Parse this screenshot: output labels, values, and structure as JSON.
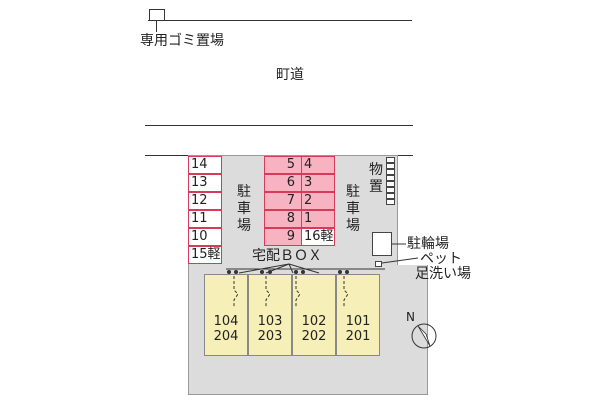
{
  "labels": {
    "garbage": "専用ゴミ置場",
    "road": "町道",
    "parking_left": "駐車場",
    "parking_right": "駐車場",
    "storage": "物置",
    "delivery_box": "宅配ＢＯＸ",
    "bicycle": "駐輪場",
    "pet_wash_line1": "ペット",
    "pet_wash_line2": "足洗い場",
    "north": "N"
  },
  "parking": {
    "left_column": [
      "14",
      "13",
      "12",
      "11",
      "10",
      "15軽"
    ],
    "mid_column": [
      "5",
      "6",
      "7",
      "8",
      "9"
    ],
    "right_column": [
      "4",
      "3",
      "2",
      "1",
      "16軽"
    ]
  },
  "units": [
    {
      "lower": "104",
      "upper": "204"
    },
    {
      "lower": "103",
      "upper": "203"
    },
    {
      "lower": "102",
      "upper": "202"
    },
    {
      "lower": "101",
      "upper": "201"
    }
  ],
  "colors": {
    "stall_border": "#d83a5a",
    "stall_highlight": "#f7b3c2",
    "unit_fill": "#f6efb8",
    "lot_fill": "#dcdcdc"
  }
}
